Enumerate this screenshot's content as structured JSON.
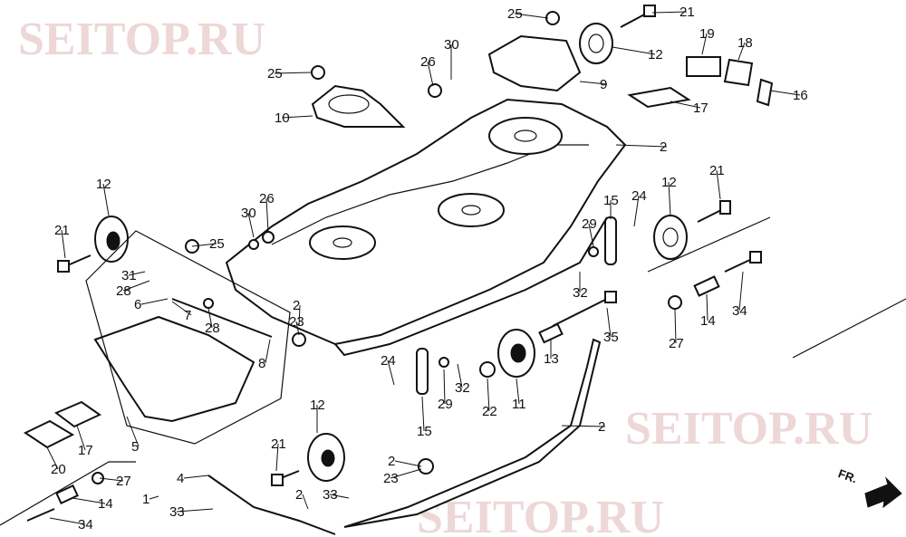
{
  "diagram": {
    "callouts": [
      "25",
      "21",
      "12",
      "30",
      "26",
      "9",
      "19",
      "18",
      "16",
      "17",
      "25",
      "10",
      "2",
      "21",
      "12",
      "15",
      "24",
      "29",
      "12",
      "21",
      "30",
      "26",
      "25",
      "31",
      "28",
      "6",
      "7",
      "28",
      "2",
      "23",
      "32",
      "34",
      "14",
      "35",
      "27",
      "8",
      "13",
      "24",
      "32",
      "29",
      "22",
      "11",
      "15",
      "12",
      "2",
      "5",
      "17",
      "20",
      "21",
      "2",
      "23",
      "4",
      "27",
      "1",
      "2",
      "33",
      "14",
      "33",
      "34"
    ],
    "direction_marker": "FR.",
    "watermark": "SEITOP.RU"
  }
}
